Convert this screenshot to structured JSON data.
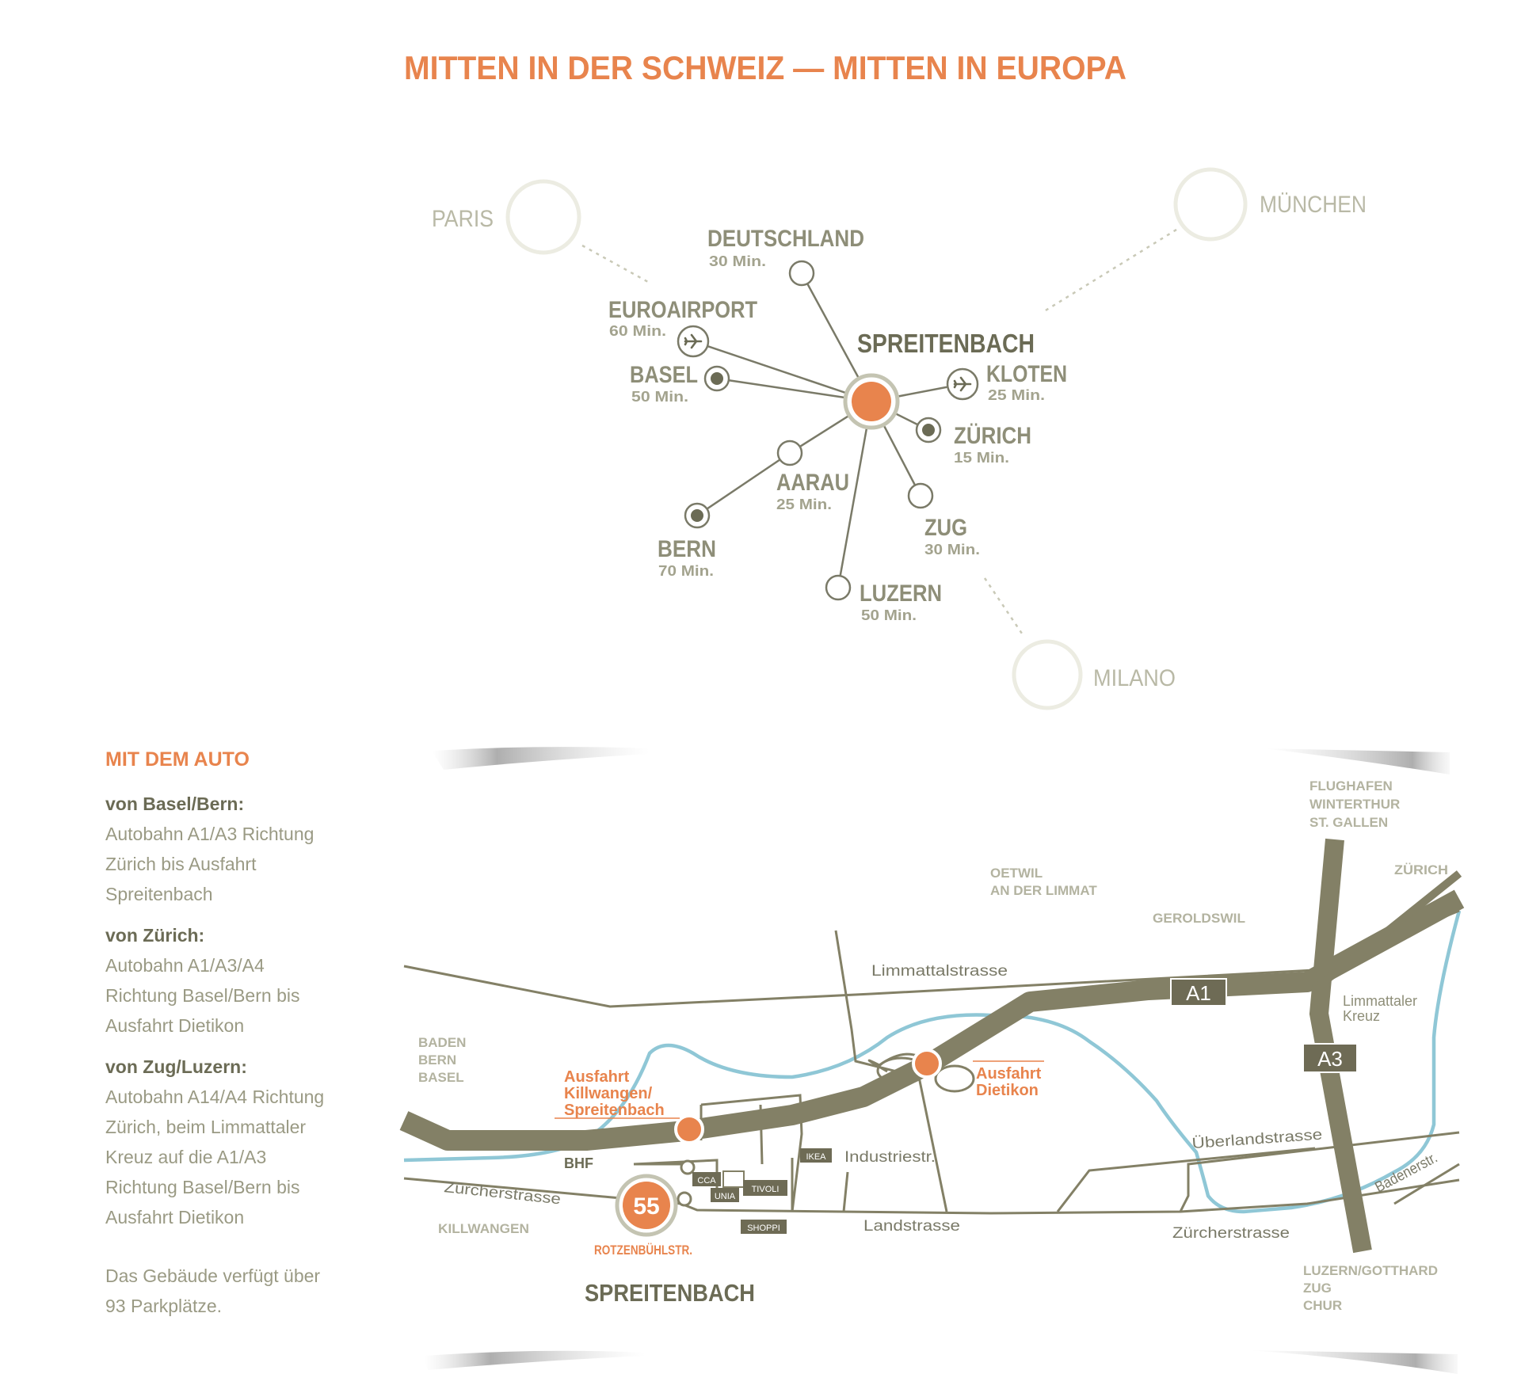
{
  "title": "MITTEN IN DER SCHWEIZ — MITTEN IN EUROPA",
  "colors": {
    "accent": "#e8844d",
    "road": "#838066",
    "river": "#8fc7d6",
    "text_dark": "#6b6b55",
    "text_light": "#b3b3a0"
  },
  "overview": {
    "center": {
      "name": "SPREITENBACH"
    },
    "destinations": [
      {
        "key": "deutschland",
        "name": "DEUTSCHLAND",
        "time": "30 Min.",
        "marker": "ring"
      },
      {
        "key": "euroairport",
        "name": "EUROAIRPORT",
        "time": "60 Min.",
        "marker": "airplane-icon"
      },
      {
        "key": "basel",
        "name": "BASEL",
        "time": "50 Min.",
        "marker": "dot"
      },
      {
        "key": "kloten",
        "name": "KLOTEN",
        "time": "25 Min.",
        "marker": "airplane-icon"
      },
      {
        "key": "zuerich",
        "name": "ZÜRICH",
        "time": "15 Min.",
        "marker": "dot"
      },
      {
        "key": "aarau",
        "name": "AARAU",
        "time": "25 Min.",
        "marker": "ring"
      },
      {
        "key": "zug",
        "name": "ZUG",
        "time": "30 Min.",
        "marker": "ring"
      },
      {
        "key": "bern",
        "name": "BERN",
        "time": "70 Min.",
        "marker": "dot"
      },
      {
        "key": "luzern",
        "name": "LUZERN",
        "time": "50 Min.",
        "marker": "ring"
      }
    ],
    "far_cities": [
      "PARIS",
      "MÜNCHEN",
      "MILANO"
    ]
  },
  "sidebar": {
    "heading": "MIT DEM AUTO",
    "routes": [
      {
        "from": "von Basel/Bern:",
        "text": "Autobahn A1/A3 Richtung\nZürich bis Ausfahrt\nSpreitenbach"
      },
      {
        "from": "von Zürich:",
        "text": "Autobahn A1/A3/A4\nRichtung Basel/Bern bis\nAusfahrt Dietikon"
      },
      {
        "from": "von Zug/Luzern:",
        "text": "Autobahn A14/A4 Richtung\nZürich, beim Limmattaler\nKreuz auf die A1/A3\nRichtung Basel/Bern bis\nAusfahrt Dietikon"
      }
    ],
    "note": "Das Gebäude verfügt über\n93 Parkplätze."
  },
  "local_map": {
    "motorways": [
      "A1",
      "A3"
    ],
    "site_number": "55",
    "site_street": "ROTZENBÜHLSTR.",
    "town": "SPREITENBACH",
    "exits": [
      "Ausfahrt\nKillwangen/\nSpreitenbach",
      "Ausfahrt\nDietikon"
    ],
    "streets": [
      "Limmattalstrasse",
      "Industriestr.",
      "Zürcherstrasse",
      "Landstrasse",
      "Zürcherstrasse",
      "Überlandstrasse",
      "Badenerstr."
    ],
    "places": [
      "OETWIL\nAN DER LIMMAT",
      "GEROLDSWIL",
      "ZÜRICH",
      "BADEN\nBERN\nBASEL",
      "KILLWANGEN",
      "BHF",
      "Limmattaler\nKreuz",
      "FLUGHAFEN\nWINTERTHUR\nST. GALLEN",
      "LUZERN/GOTTHARD\nZUG\nCHUR"
    ],
    "small_boxes": [
      "IKEA",
      "CCA",
      "UNIA",
      "TIVOLI",
      "SHOPPI"
    ]
  }
}
